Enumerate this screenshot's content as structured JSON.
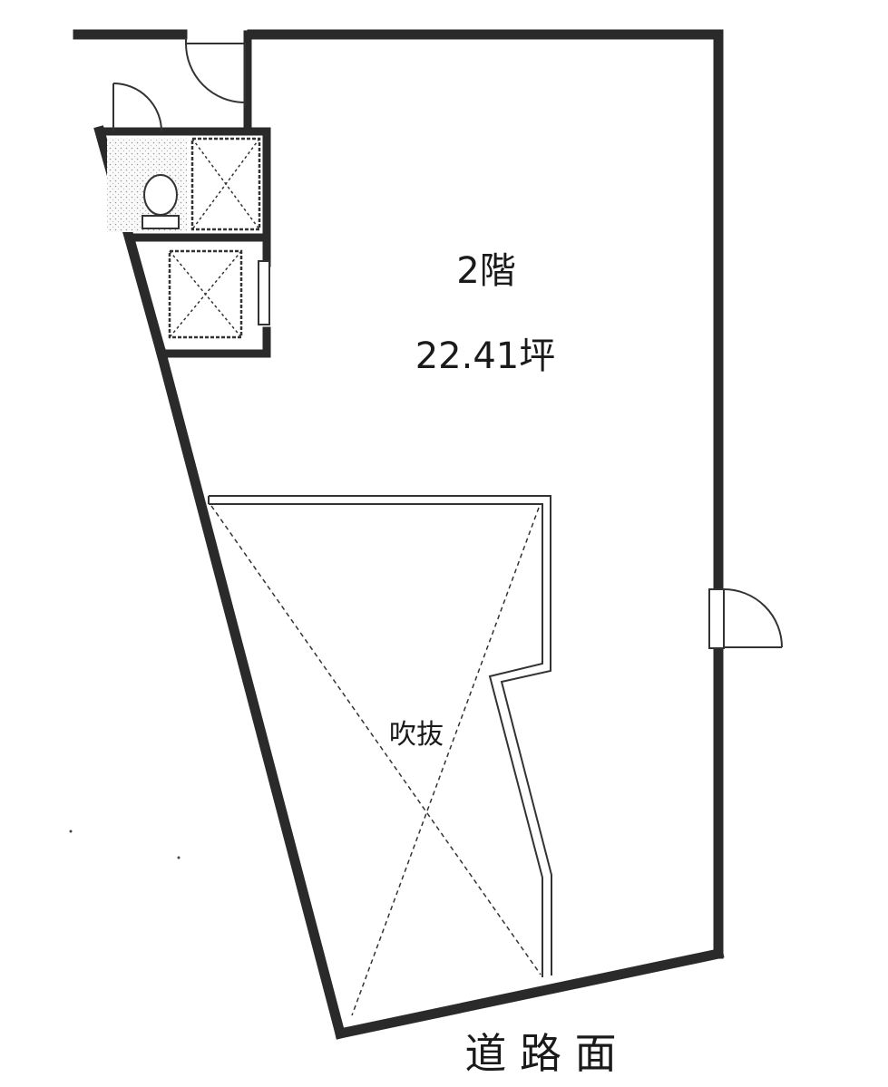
{
  "floor_plan": {
    "floor_label": "2階",
    "area_label": "22.41坪",
    "void_label": "吹抜",
    "road_label": "道 路 面",
    "colors": {
      "wall": "#2a2a2a",
      "line": "#333333",
      "background": "#ffffff",
      "tile": "#f4f4f4"
    }
  }
}
